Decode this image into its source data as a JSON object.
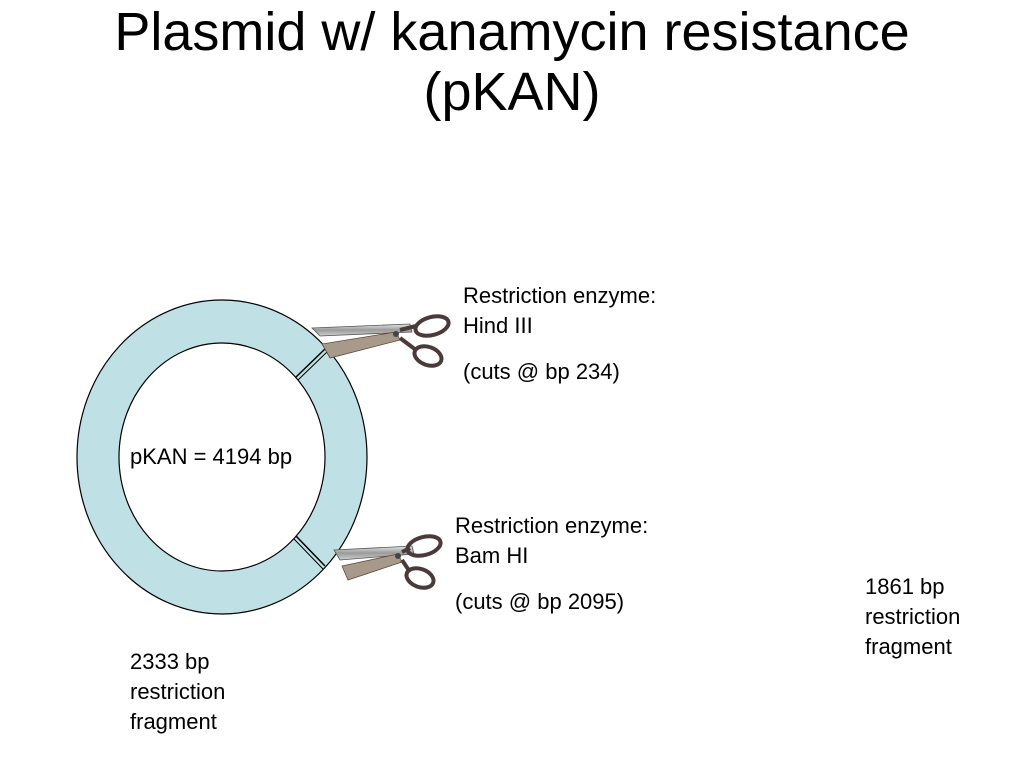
{
  "title": {
    "line1": "Plasmid w/ kanamycin resistance",
    "line2": "(pKAN)"
  },
  "plasmid": {
    "label": "pKAN = 4194 bp",
    "ring_color": "#bfe0e4",
    "outline_color": "#000000"
  },
  "enzymes": [
    {
      "label_line1": "Restriction enzyme:",
      "label_line2": "Hind III",
      "cut_text": "(cuts @ bp 234)",
      "icon": "scissors-icon"
    },
    {
      "label_line1": "Restriction enzyme:",
      "label_line2": "Bam HI",
      "cut_text": "(cuts @ bp 2095)",
      "icon": "scissors-icon"
    }
  ],
  "fragments": [
    {
      "line1": "2333 bp",
      "line2": "restriction",
      "line3": "fragment"
    },
    {
      "line1": "1861 bp",
      "line2": "restriction",
      "line3": "fragment"
    }
  ]
}
